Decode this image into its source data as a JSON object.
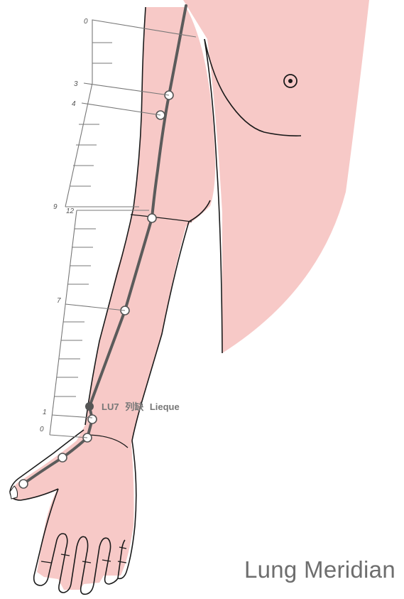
{
  "title": "Lung Meridian",
  "highlight": {
    "code": "LU7",
    "chinese": "列缺",
    "pinyin": "Lieque"
  },
  "ruler_upper_labels": [
    "0",
    "3",
    "4",
    "9"
  ],
  "ruler_lower_labels": [
    "12",
    "7",
    "1",
    "0"
  ],
  "colors": {
    "skin": "#f7c9c7",
    "outline": "#1a1a1a",
    "meridian": "#5b5b5b",
    "point_fill": "#ffffff",
    "highlight_point": "#555555",
    "ruler": "#777777",
    "title": "#6e6e6e"
  }
}
